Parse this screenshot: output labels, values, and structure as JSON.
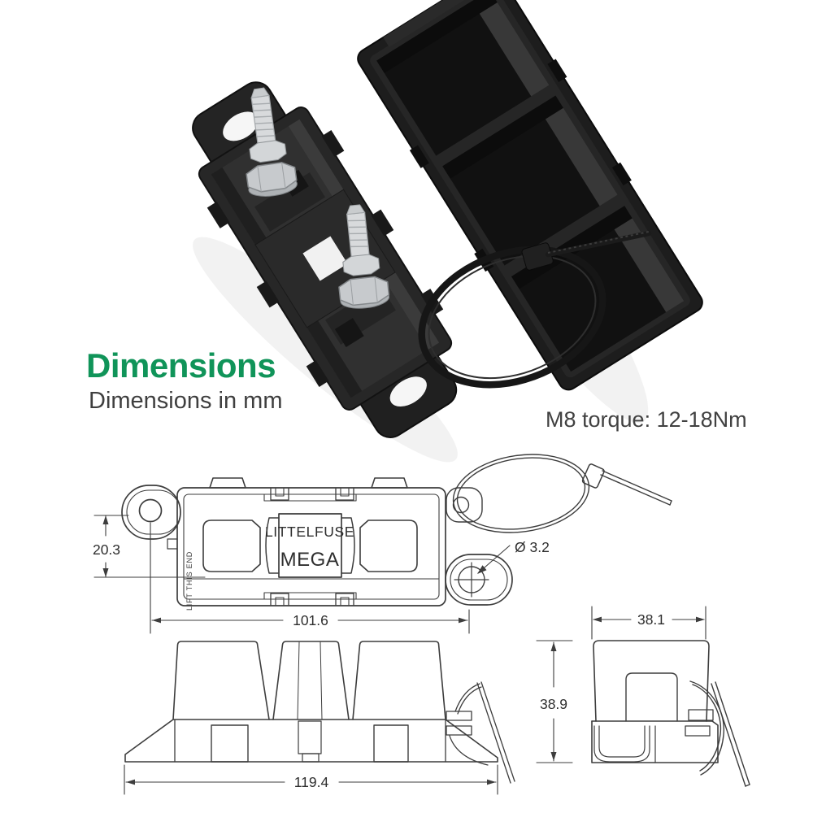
{
  "colors": {
    "accent_green": "#109459",
    "text_dark": "#3f3f3f",
    "drawing_line": "#3d3d3d"
  },
  "header": {
    "title": "Dimensions",
    "subtitle": "Dimensions in mm",
    "torque_note": "M8 torque: 12-18Nm"
  },
  "drawing": {
    "fuse_label": "MEGA",
    "fuse_brand": "LITTELFUSE",
    "lift_note": "LIFT THIS END",
    "dims": {
      "mount_hole_offset": "20.3",
      "holder_length": "101.6",
      "mount_hole_diameter": "Ø 3.2",
      "cover_width": "38.1",
      "cover_height": "38.9",
      "base_length": "119.4"
    }
  }
}
